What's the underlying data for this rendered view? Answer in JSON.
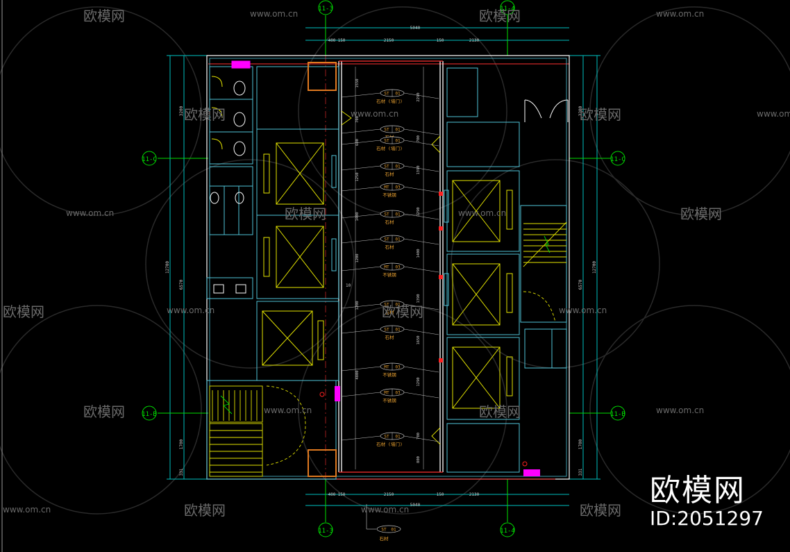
{
  "colors": {
    "background": "#000000",
    "wall": "#ffffff",
    "partition": "#4fc3d9",
    "elevator": "#e6e600",
    "grid": "#00e000",
    "dimension": "#c8c8c8",
    "tag_text": "#e8a030",
    "door": "#e6e600",
    "highlight_red": "#ff2020",
    "magenta": "#ff00ff",
    "orange": "#e07a20",
    "watermark": "#6a6a6a"
  },
  "axis_labels": {
    "top_left": "11-3",
    "top_right": "11-4",
    "bottom_left": "11-3",
    "bottom_right": "11-4",
    "left_c": "11-C",
    "right_c": "11-C",
    "left_b": "11-B",
    "right_b": "11-B"
  },
  "dimensions": {
    "top_total": "5040",
    "top_segments": [
      "400",
      "150",
      "2150",
      "150",
      "2130"
    ],
    "bottom_total": "5040",
    "bottom_segments": [
      "400",
      "150",
      "2150",
      "150",
      "2130"
    ],
    "left_total": "12700",
    "right_total": "12700",
    "left_segments": [
      "3200",
      "6570",
      "1700",
      "331"
    ],
    "right_segments": [
      "3200",
      "6570",
      "1700",
      "331"
    ],
    "corridor_left": [
      "1550",
      "700",
      "600",
      "1250",
      "1400",
      "1200",
      "1200",
      "4800"
    ],
    "corridor_right": [
      "2290",
      "700",
      "1390",
      "1290",
      "1400",
      "1390",
      "1650",
      "1290",
      "700",
      "800"
    ],
    "corridor_mid": "10"
  },
  "material_tags": [
    {
      "code": "ST",
      "num": "01",
      "label": "石材 (墙门)"
    },
    {
      "code": "ST",
      "num": "01",
      "label": "石材"
    },
    {
      "code": "ST",
      "num": "01",
      "label": "石材 (墙门)"
    },
    {
      "code": "ST",
      "num": "01",
      "label": "石材"
    },
    {
      "code": "MT",
      "num": "03",
      "label": "不锈钢"
    },
    {
      "code": "ST",
      "num": "01",
      "label": "石材"
    },
    {
      "code": "ST",
      "num": "01",
      "label": "石材"
    },
    {
      "code": "MT",
      "num": "03",
      "label": "不锈钢"
    },
    {
      "code": "ST",
      "num": "01",
      "label": "石材"
    },
    {
      "code": "ST",
      "num": "01",
      "label": "石材"
    },
    {
      "code": "MT",
      "num": "03",
      "label": "不锈钢"
    },
    {
      "code": "MT",
      "num": "03",
      "label": "不锈钢"
    },
    {
      "code": "ST",
      "num": "01",
      "label": "石材 (墙门)"
    }
  ],
  "legend_tag": {
    "code": "ST",
    "num": "01",
    "label": "石材"
  },
  "watermark": {
    "logo_text": "欧模网",
    "url_text": "www.om.cn"
  },
  "brand": {
    "name": "欧模网",
    "id": "ID:2051297"
  }
}
